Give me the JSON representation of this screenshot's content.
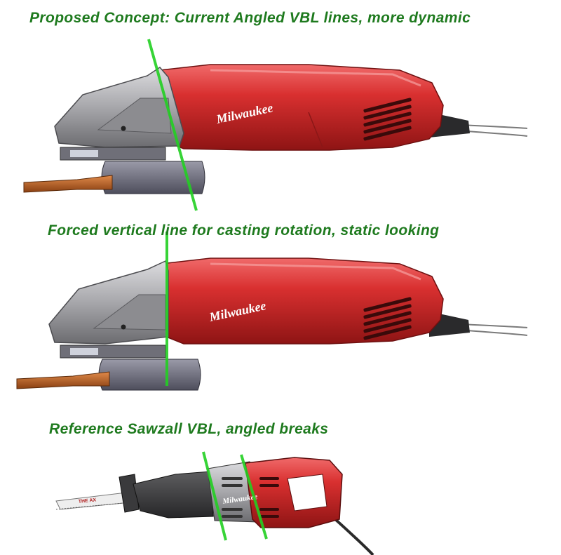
{
  "captions": {
    "proposed": "Proposed Concept:  Current Angled VBL lines, more dynamic",
    "forced": "Forced vertical line for casting rotation, static looking",
    "reference": "Reference Sawzall VBL, angled breaks"
  },
  "brand": {
    "name": "Milwaukee",
    "blade_text": "THE AX"
  },
  "colors": {
    "accent_green": "#1e7a1e",
    "line_green": "#22d022",
    "body_red": "#d42a2a",
    "casting_gray": "#a9a9ad"
  }
}
